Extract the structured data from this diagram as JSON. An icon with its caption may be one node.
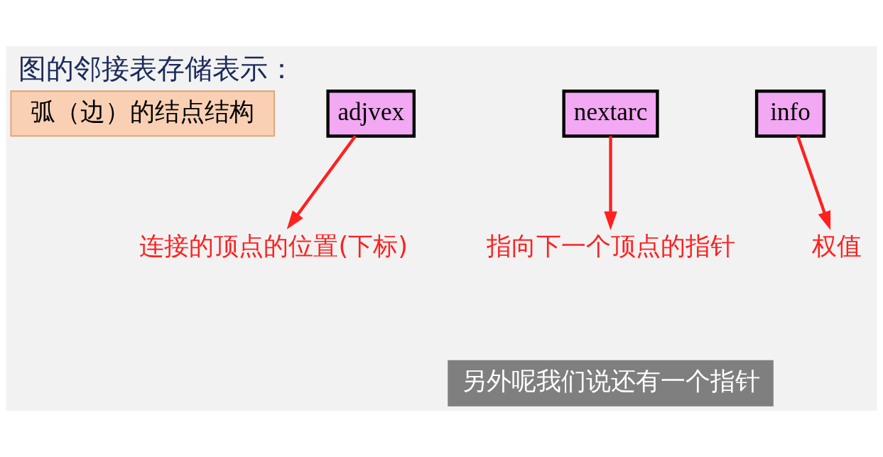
{
  "diagram": {
    "title": "图的邻接表存储表示：",
    "nodes": [
      {
        "text": [
          "弧（边）的结点结构"
        ]
      },
      {
        "text": [
          "adjvex"
        ]
      },
      {
        "text": [
          "nextarc"
        ]
      },
      {
        "text": [
          "info"
        ]
      },
      {
        "text": [
          "连接的顶点的位置(下标)"
        ]
      },
      {
        "text": [
          "指向下一个顶点的指针"
        ]
      },
      {
        "text": [
          "权值"
        ]
      }
    ],
    "edges": [
      {
        "from": 1,
        "to": 4,
        "arrow": "to"
      },
      {
        "from": 2,
        "to": 5,
        "arrow": "to"
      },
      {
        "from": 3,
        "to": 6,
        "arrow": "to"
      }
    ],
    "labels": [
      "另外呢我们说还有一个指针"
    ]
  }
}
